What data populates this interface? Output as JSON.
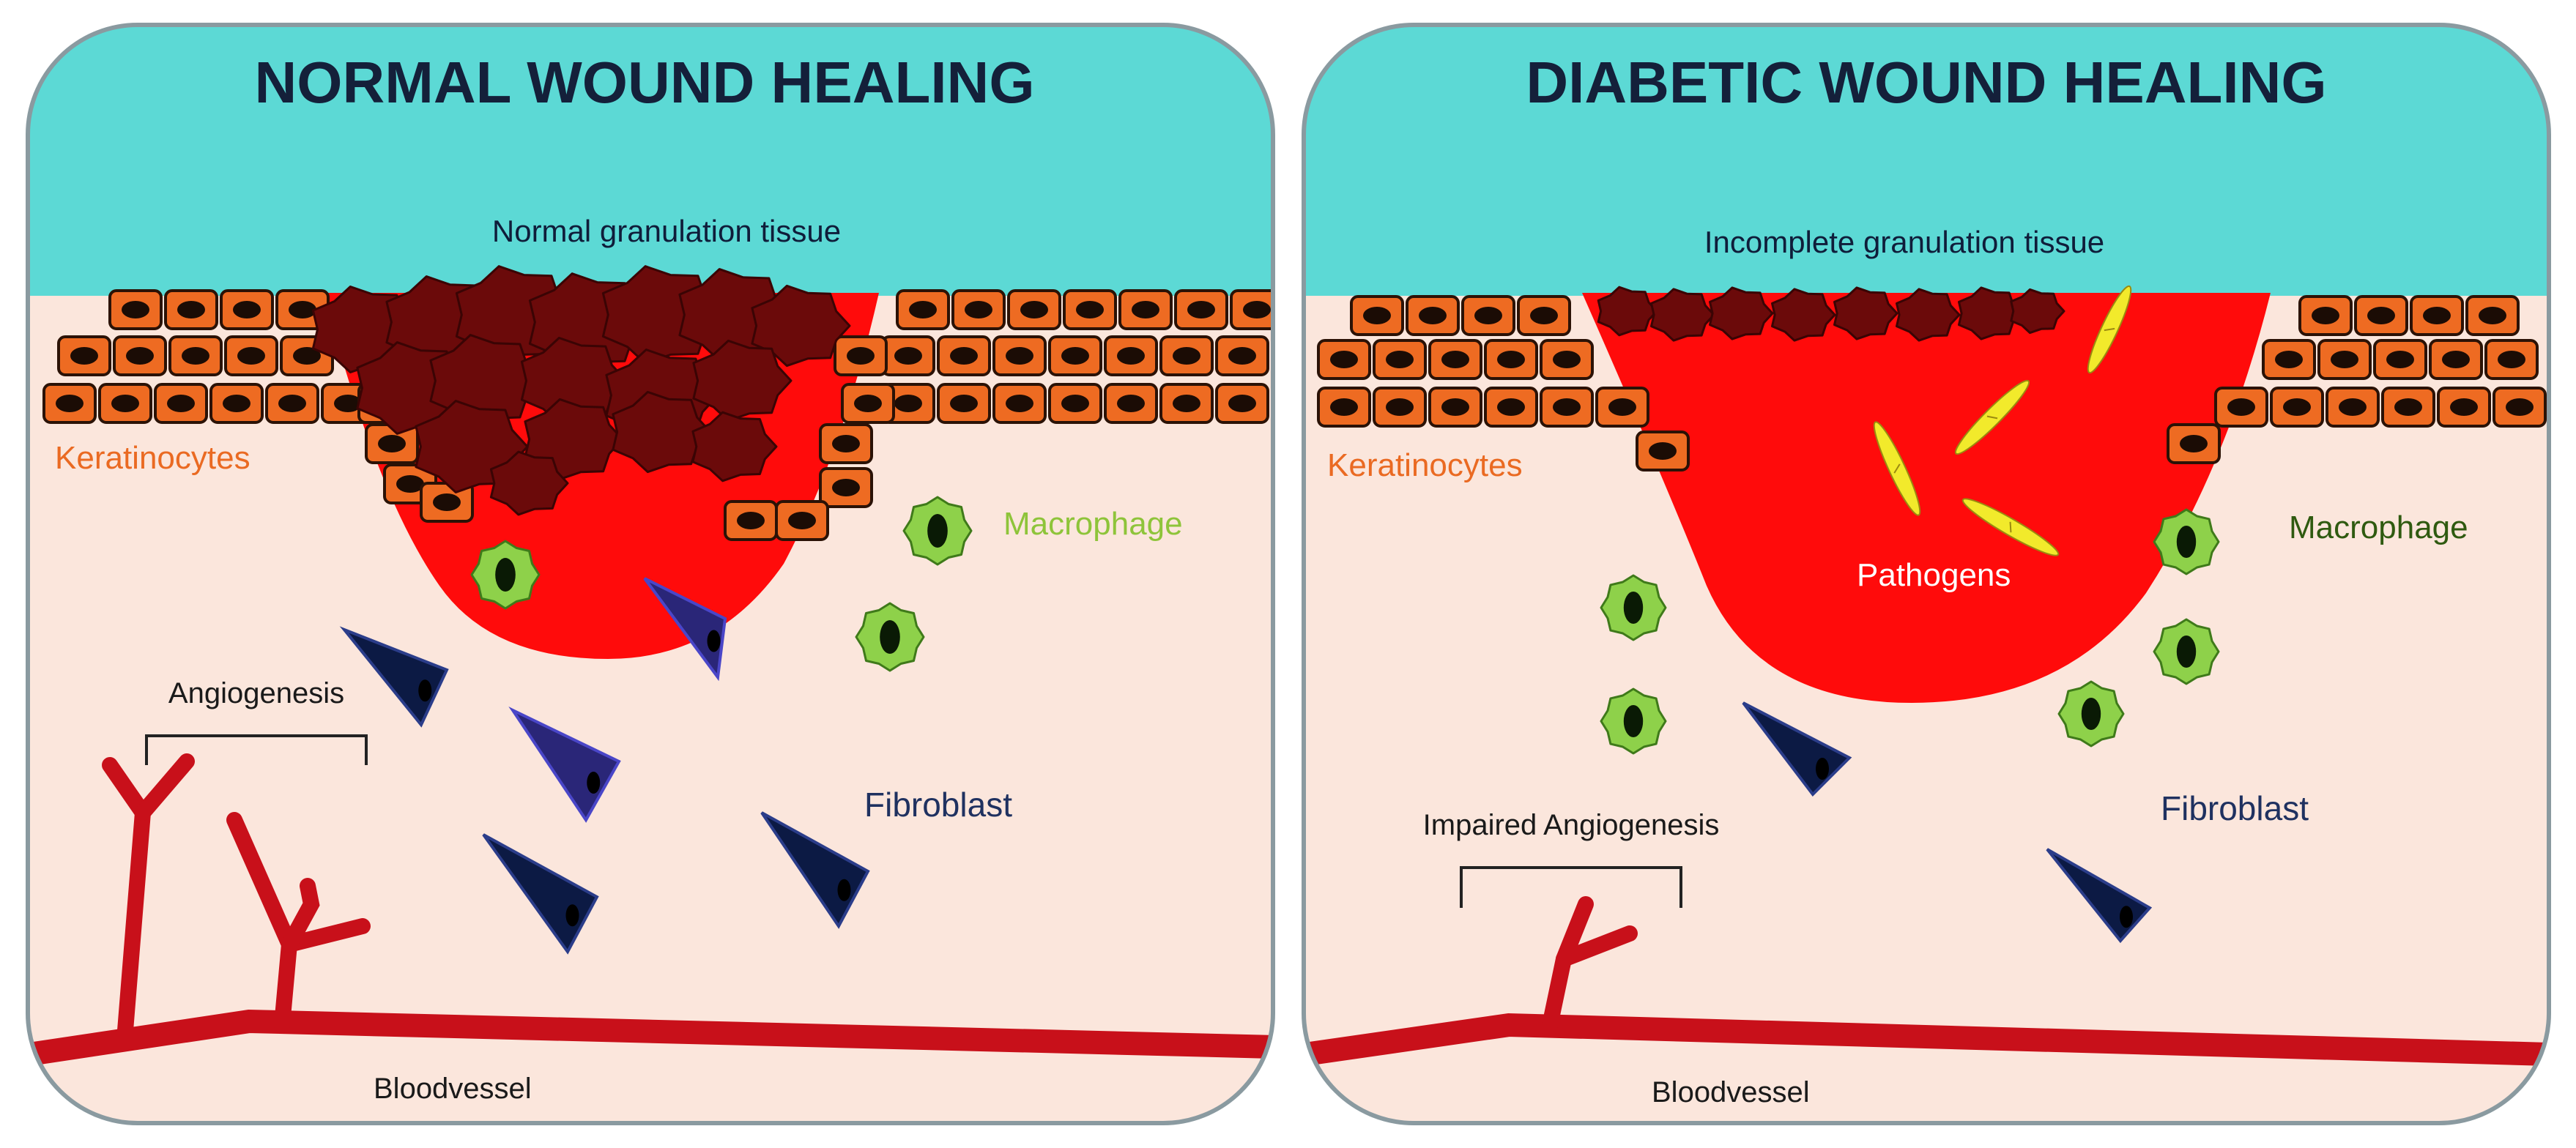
{
  "panels": {
    "normal": {
      "title": "NORMAL WOUND HEALING",
      "granulation_label": "Normal granulation tissue",
      "keratinocytes_label": "Keratinocytes",
      "macrophage_label": "Macrophage",
      "angiogenesis_label": "Angiogenesis",
      "fibroblast_label": "Fibroblast",
      "bloodvessel_label": "Bloodvessel"
    },
    "diabetic": {
      "title": "DIABETIC WOUND HEALING",
      "granulation_label": "Incomplete granulation tissue",
      "keratinocytes_label": "Keratinocytes",
      "macrophage_label": "Macrophage",
      "pathogens_label": "Pathogens",
      "angiogenesis_label": "Impaired Angiogenesis",
      "fibroblast_label": "Fibroblast",
      "bloodvessel_label": "Bloodvessel"
    }
  },
  "colors": {
    "sky": "#5cd9d5",
    "skin": "#fbe6dc",
    "wound": "#ff0b0b",
    "clot": "#6b0a0a",
    "keratinocyte": "#ee6b22",
    "macrophage": "#8ed14a",
    "fibroblast": "#0c1a44",
    "pathogen": "#f2ea2b",
    "vessel": "#c8101a"
  },
  "icons": [
    "keratinocyte-cell-icon",
    "blood-clot-icon",
    "macrophage-cell-icon",
    "fibroblast-cell-icon",
    "pathogen-icon",
    "blood-vessel-icon"
  ]
}
